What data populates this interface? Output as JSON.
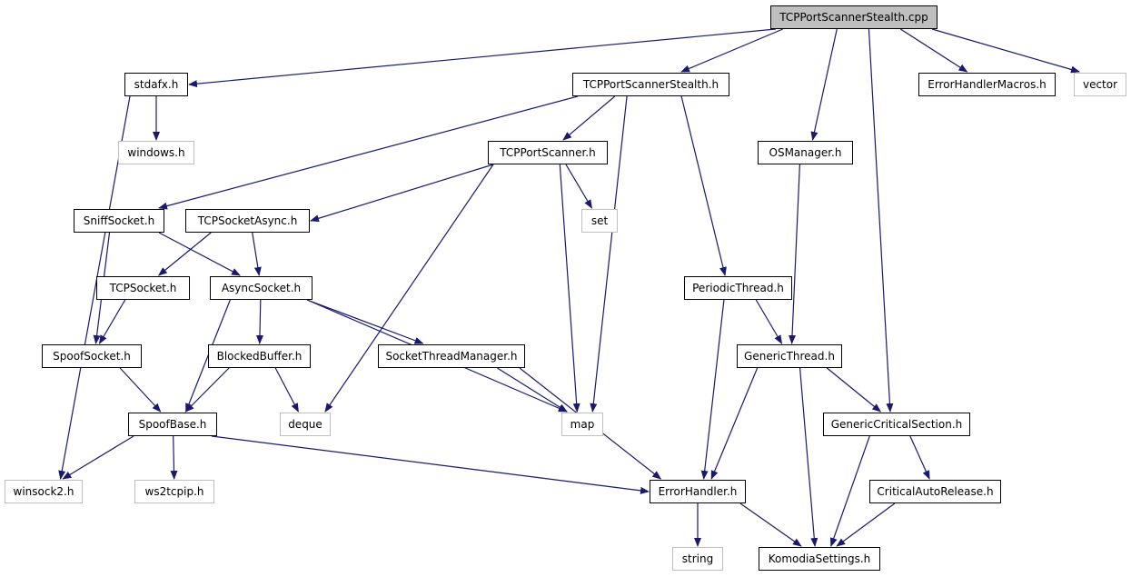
{
  "graph": {
    "nodes": {
      "root": "TCPPortScannerStealth.cpp",
      "stdafx": "stdafx.h",
      "tpss": "TCPPortScannerStealth.h",
      "ehm": "ErrorHandlerMacros.h",
      "vector": "vector",
      "windows": "windows.h",
      "tps": "TCPPortScanner.h",
      "osm": "OSManager.h",
      "sniff": "SniffSocket.h",
      "tsa": "TCPSocketAsync.h",
      "set": "set",
      "tcps": "TCPSocket.h",
      "async": "AsyncSocket.h",
      "pth": "PeriodicThread.h",
      "spoofs": "SpoofSocket.h",
      "blocked": "BlockedBuffer.h",
      "stm": "SocketThreadManager.h",
      "gth": "GenericThread.h",
      "spoofb": "SpoofBase.h",
      "deque": "deque",
      "map": "map",
      "gcs": "GenericCriticalSection.h",
      "winsock": "winsock2.h",
      "ws2": "ws2tcpip.h",
      "eh": "ErrorHandler.h",
      "car": "CriticalAutoRelease.h",
      "string": "string",
      "kom": "KomodiaSettings.h"
    },
    "edges": [
      [
        "root",
        "stdafx"
      ],
      [
        "root",
        "tpss"
      ],
      [
        "root",
        "ehm"
      ],
      [
        "root",
        "vector"
      ],
      [
        "root",
        "osm"
      ],
      [
        "root",
        "gcs"
      ],
      [
        "stdafx",
        "windows"
      ],
      [
        "stdafx",
        "winsock"
      ],
      [
        "tpss",
        "tps"
      ],
      [
        "tpss",
        "sniff"
      ],
      [
        "tpss",
        "map"
      ],
      [
        "tpss",
        "pth"
      ],
      [
        "tps",
        "tsa"
      ],
      [
        "tps",
        "set"
      ],
      [
        "tps",
        "map"
      ],
      [
        "tps",
        "deque"
      ],
      [
        "osm",
        "gth"
      ],
      [
        "sniff",
        "async"
      ],
      [
        "sniff",
        "spoofs"
      ],
      [
        "tsa",
        "tcps"
      ],
      [
        "tsa",
        "async"
      ],
      [
        "tcps",
        "spoofs"
      ],
      [
        "async",
        "blocked"
      ],
      [
        "async",
        "stm"
      ],
      [
        "async",
        "spoofb"
      ],
      [
        "async",
        "map"
      ],
      [
        "pth",
        "gth"
      ],
      [
        "pth",
        "eh"
      ],
      [
        "spoofs",
        "spoofb"
      ],
      [
        "blocked",
        "spoofb"
      ],
      [
        "blocked",
        "deque"
      ],
      [
        "stm",
        "map"
      ],
      [
        "stm",
        "eh"
      ],
      [
        "gth",
        "gcs"
      ],
      [
        "gth",
        "eh"
      ],
      [
        "gth",
        "kom"
      ],
      [
        "spoofb",
        "winsock"
      ],
      [
        "spoofb",
        "ws2"
      ],
      [
        "spoofb",
        "eh"
      ],
      [
        "gcs",
        "car"
      ],
      [
        "gcs",
        "kom"
      ],
      [
        "eh",
        "string"
      ],
      [
        "eh",
        "kom"
      ],
      [
        "car",
        "kom"
      ]
    ]
  }
}
